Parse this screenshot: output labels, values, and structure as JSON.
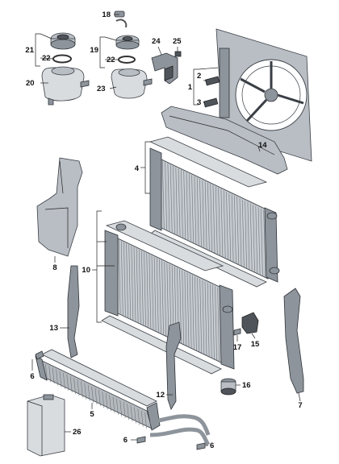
{
  "diagram": {
    "callouts": {
      "p1": "1",
      "p2": "2",
      "p3": "3",
      "p4": "4",
      "p5": "5",
      "p6a": "6",
      "p6b": "6",
      "p6c": "6",
      "p7": "7",
      "p8": "8",
      "p10": "10",
      "p12": "12",
      "p13": "13",
      "p14": "14",
      "p15": "15",
      "p16": "16",
      "p17": "17",
      "p18": "18",
      "p19": "19",
      "p20": "20",
      "p21": "21",
      "p22a": "22",
      "p22b": "22",
      "p23": "23",
      "p24": "24",
      "p25": "25",
      "p26": "26"
    }
  }
}
